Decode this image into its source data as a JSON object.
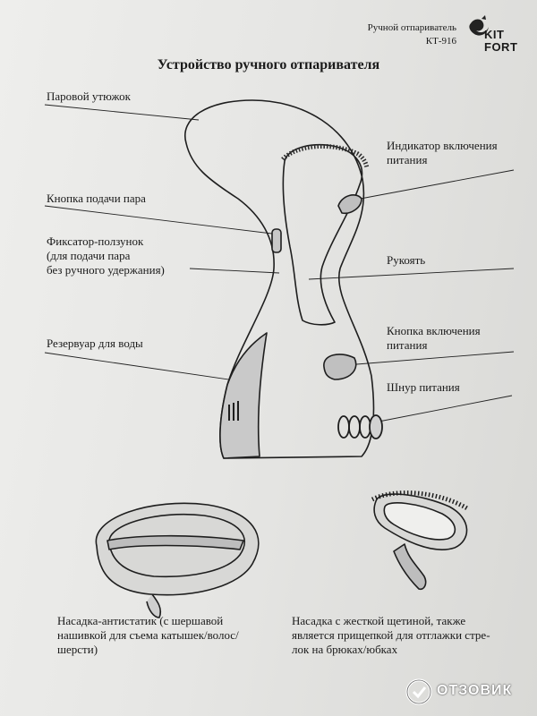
{
  "header": {
    "product_name": "Ручной отпариватель",
    "model": "КТ-916",
    "brand_line1": "KIT",
    "brand_line2": "FORT"
  },
  "title": "Устройство ручного отпаривателя",
  "labels": {
    "steam_iron": "Паровой утюжок",
    "steam_button": "Кнопка подачи пара",
    "slider_line1": "Фиксатор-ползунок",
    "slider_line2": "(для подачи пара",
    "slider_line3": "без ручного удержания)",
    "water_tank": "Резервуар для воды",
    "indicator_line1": "Индикатор включения",
    "indicator_line2": "питания",
    "handle": "Рукоять",
    "power_button_line1": "Кнопка включения",
    "power_button_line2": "питания",
    "power_cord": "Шнур питания"
  },
  "captions": {
    "antistatic_line1": "Насадка-антистатик (с шершавой",
    "antistatic_line2": "нашивкой для съема катышек/волос/",
    "antistatic_line3": "шерсти)",
    "brush_line1": "Насадка с жесткой щетиной, также",
    "brush_line2": "является прищепкой для отглажки стре-",
    "brush_line3": "лок на брюках/юбках"
  },
  "watermark": {
    "text": "ОТЗОВИК",
    "icon": "otzovik-logo-icon"
  }
}
